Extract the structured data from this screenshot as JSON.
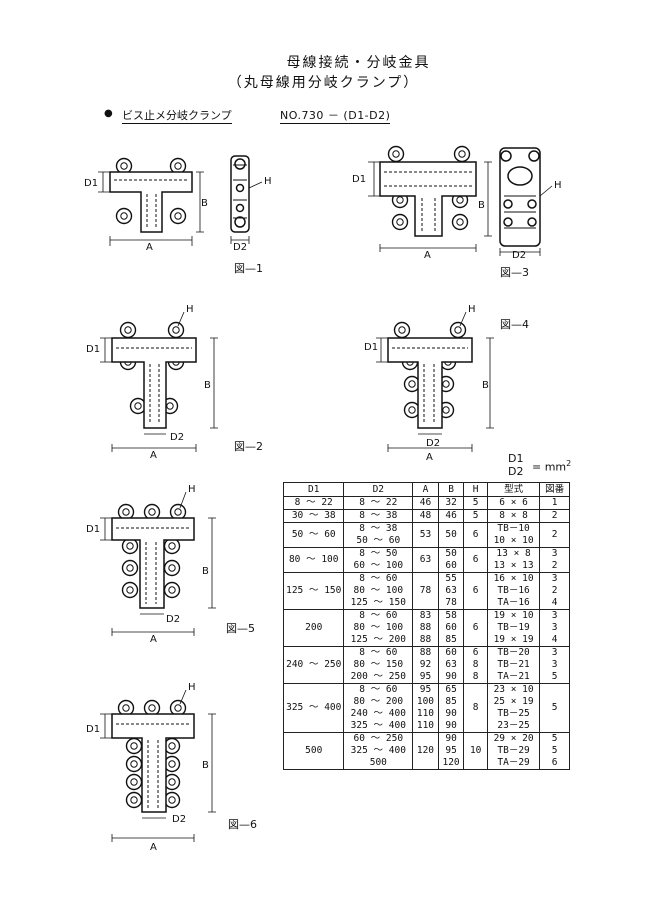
{
  "header": {
    "title": "母線接続・分岐金具",
    "subtitle": "（丸母線用分岐クランプ）"
  },
  "section": {
    "bullet": "●",
    "name": "ビス止メ分岐クランプ",
    "model": "NO.730 － (D1-D2)"
  },
  "figures": [
    {
      "label": "図—1"
    },
    {
      "label": "図—2"
    },
    {
      "label": "図—3"
    },
    {
      "label": "図—4"
    },
    {
      "label": "図—5"
    },
    {
      "label": "図—6"
    }
  ],
  "dims": {
    "d1": "D1",
    "d2": "D2",
    "a": "A",
    "b": "B",
    "h": "H"
  },
  "unit_note": {
    "d1": "D1",
    "d2": "D2",
    "eq": "= mm",
    "exp": "2"
  },
  "table": {
    "headers": [
      "D1",
      "D2",
      "A",
      "B",
      "H",
      "型式",
      "図番"
    ],
    "rows": [
      {
        "d1": "8 ～ 22",
        "d2": [
          "8 ～ 22"
        ],
        "a": [
          "46"
        ],
        "b": [
          "32"
        ],
        "h": [
          "5"
        ],
        "type": [
          "6 × 6"
        ],
        "fig": [
          "1"
        ]
      },
      {
        "d1": "30 ～ 38",
        "d2": [
          "8 ～ 38"
        ],
        "a": [
          "48"
        ],
        "b": [
          "46"
        ],
        "h": [
          "5"
        ],
        "type": [
          "8 × 8"
        ],
        "fig": [
          "2"
        ]
      },
      {
        "d1": "50 ～ 60",
        "d2": [
          "8 ～ 38",
          "50 ～ 60"
        ],
        "a": [
          "53"
        ],
        "b": [
          "50"
        ],
        "h": [
          "6"
        ],
        "type": [
          "TB－10",
          "10 × 10"
        ],
        "fig": [
          "2"
        ]
      },
      {
        "d1": "80 ～ 100",
        "d2": [
          "8 ～ 50",
          "60 ～ 100"
        ],
        "a": [
          "63"
        ],
        "b": [
          "50",
          "60"
        ],
        "h": [
          "6"
        ],
        "type": [
          "13 × 8",
          "13 × 13"
        ],
        "fig": [
          "3",
          "2"
        ]
      },
      {
        "d1": "125 ～ 150",
        "d2": [
          "8 ～ 60",
          "80 ～ 100",
          "125 ～ 150"
        ],
        "a": [
          "78"
        ],
        "b": [
          "55",
          "63",
          "78"
        ],
        "h": [
          "6"
        ],
        "type": [
          "16 × 10",
          "TB－16",
          "TA－16"
        ],
        "fig": [
          "3",
          "2",
          "4"
        ]
      },
      {
        "d1": "200",
        "d2": [
          "8 ～ 60",
          "80 ～ 100",
          "125 ～ 200"
        ],
        "a": [
          "83",
          "88",
          "88"
        ],
        "b": [
          "58",
          "60",
          "85"
        ],
        "h": [
          "6"
        ],
        "type": [
          "19 × 10",
          "TB－19",
          "19 × 19"
        ],
        "fig": [
          "3",
          "3",
          "4"
        ]
      },
      {
        "d1": "240 ～ 250",
        "d2": [
          "8 ～ 60",
          "80 ～ 150",
          "200 ～ 250"
        ],
        "a": [
          "88",
          "92",
          "95"
        ],
        "b": [
          "60",
          "63",
          "90"
        ],
        "h": [
          "6",
          "8",
          "8"
        ],
        "type": [
          "TB－20",
          "TB－21",
          "TA－21"
        ],
        "fig": [
          "3",
          "3",
          "5"
        ]
      },
      {
        "d1": "325 ～ 400",
        "d2": [
          "8 ～ 60",
          "80 ～ 200",
          "240 ～ 400",
          "325 ～ 400"
        ],
        "a": [
          "95",
          "100",
          "110",
          "110"
        ],
        "b": [
          "65",
          "85",
          "90",
          "90"
        ],
        "h": [
          "8"
        ],
        "type": [
          "23 × 10",
          "25 × 19",
          "TB－25",
          "23－25"
        ],
        "fig": [
          "5"
        ]
      },
      {
        "d1": "500",
        "d2": [
          "60 ～ 250",
          "325 ～ 400",
          "500"
        ],
        "a": [
          "120"
        ],
        "b": [
          "90",
          "95",
          "120"
        ],
        "h": [
          "10"
        ],
        "type": [
          "29 × 20",
          "TB－29",
          "TA－29"
        ],
        "fig": [
          "5",
          "5",
          "6"
        ]
      }
    ]
  }
}
